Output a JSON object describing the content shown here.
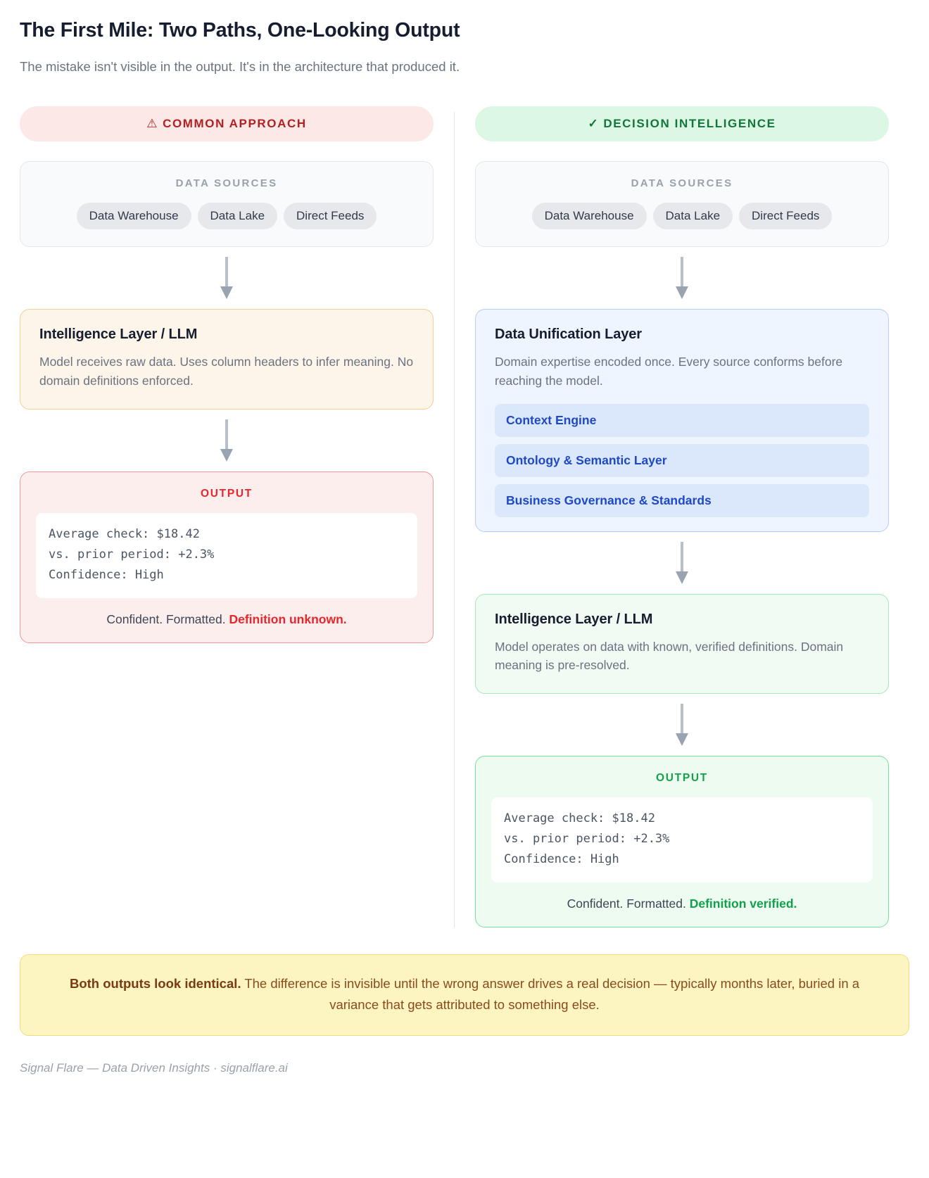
{
  "header": {
    "title": "The First Mile: Two Paths, One-Looking Output",
    "subtitle": "The mistake isn't visible in the output. It's in the architecture that produced it."
  },
  "left_column": {
    "pill": {
      "glyph": "⚠",
      "label": "COMMON APPROACH"
    },
    "sources": {
      "label": "DATA SOURCES",
      "chips": [
        "Data Warehouse",
        "Data Lake",
        "Direct Feeds"
      ]
    },
    "stage": {
      "title": "Intelligence Layer / LLM",
      "description": "Model receives raw data. Uses column headers to infer meaning. No domain definitions enforced."
    },
    "output": {
      "label": "OUTPUT",
      "code": "Average check: $18.42\nvs. prior period: +2.3%\nConfidence: High",
      "caption_plain": "Confident. Formatted. ",
      "caption_accent": "Definition unknown."
    }
  },
  "right_column": {
    "pill": {
      "glyph": "✓",
      "label": "DECISION INTELLIGENCE"
    },
    "sources": {
      "label": "DATA SOURCES",
      "chips": [
        "Data Warehouse",
        "Data Lake",
        "Direct Feeds"
      ]
    },
    "unification": {
      "title": "Data Unification Layer",
      "description": "Domain expertise encoded once. Every source conforms before reaching the model.",
      "sublayers": [
        "Context Engine",
        "Ontology & Semantic Layer",
        "Business Governance & Standards"
      ]
    },
    "stage": {
      "title": "Intelligence Layer / LLM",
      "description": "Model operates on data with known, verified definitions. Domain meaning is pre-resolved."
    },
    "output": {
      "label": "OUTPUT",
      "code": "Average check: $18.42\nvs. prior period: +2.3%\nConfidence: High",
      "caption_plain": "Confident. Formatted. ",
      "caption_accent": "Definition verified."
    }
  },
  "callout": {
    "lead": "Both outputs look identical.",
    "body": " The difference is invisible until the wrong answer drives a real decision — typically months later, buried in a variance that gets attributed to something else."
  },
  "footer": {
    "text": "Signal Flare — Data Driven Insights · signalflare.ai"
  },
  "colors": {
    "bad_accent": "#e8262b",
    "good_accent": "#12a04c",
    "blue_accent": "#1f49c4",
    "amber_border": "#f2cf93",
    "callout_bg": "#fcf5c2"
  }
}
